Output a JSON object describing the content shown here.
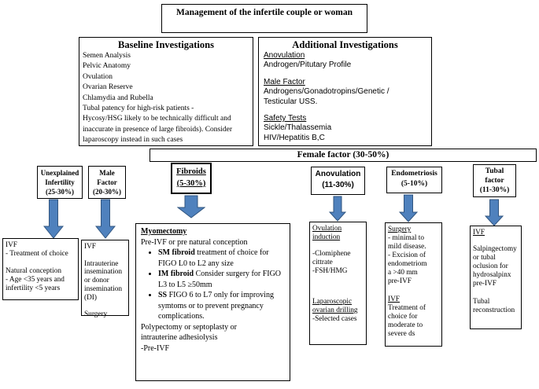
{
  "colors": {
    "arrow_fill": "#4f81bd",
    "arrow_edge": "#31557f",
    "box_border": "#000000",
    "background": "#ffffff"
  },
  "title": "Management of the infertile couple or woman",
  "baseline": {
    "title": "Baseline Investigations",
    "body": "Semen Analysis\nPelvic Anatomy\nOvulation\nOvarian Reserve\nChlamydia and Rubella\nTubal patency for high-risk patients -\nHycosy/HSG likely to be technically difficult and\ninaccurate in presence of large fibroids). Consider\nlaparoscopy instead in such cases"
  },
  "additional": {
    "title": "Additional Investigations",
    "sections": [
      {
        "heading": "Anovulation",
        "body": "Androgen/Pitutary Profile"
      },
      {
        "heading": "Male Factor",
        "body": "Androgens/Gonadotropins/Genetic /\nTesticular USS."
      },
      {
        "heading": "Safety Tests",
        "body": "Sickle/Thalassemia\nHIV/Hepatitis B,C"
      }
    ]
  },
  "female_factor": "Female factor (30-50%)",
  "categories": {
    "unexplained": "Unexplained\nInfertility\n(25-30%)",
    "male": "Male\nFactor\n(20-30%)",
    "fibroids": "Fibroids\n(5-30%)",
    "anovulation": "Anovulation\n(11-30%)",
    "endometriosis": "Endometriosis\n(5-10%)",
    "tubal": "Tubal\nfactor\n(11-30%)"
  },
  "details": {
    "unexplained": "IVF\n- Treatment of choice\n\nNatural conception\n- Age <35 years and\ninfertility <5 years",
    "male": "IVF\n\nIntrauterine\ninsemination\nor donor\ninsemination\n(DI)\n\nSurgery",
    "myomectomy": {
      "heading": "Myomectomy",
      "intro": "Pre-IVF or pre natural conception",
      "bullets": [
        {
          "bold": "SM fibroid",
          "rest": " treatment of choice for FIGO L0 to L2 any size"
        },
        {
          "bold": "IM fibroid",
          "rest": " Consider surgery for FIGO L3 to L5 ≥50mm"
        },
        {
          "bold": "SS",
          "rest": " FIGO 6 to L7 only for improving symtoms or to prevent pregnancy complications."
        }
      ],
      "footer": "Polypectomy or septoplasty or\nintrauterine adhesiolysis\n-Pre-IVF"
    },
    "ovulation": {
      "heading1": "Ovulation induction",
      "body1": "-Clomiphene\ncittrate\n-FSH/HMG",
      "heading2": "Laparoscopic ovarian drilling",
      "body2": "-Selected cases"
    },
    "endometriosis": {
      "heading1": "Surgery",
      "body1": "- minimal to\nmild disease.\n- Excision of\nendometriom\na >40 mm\npre-IVF",
      "heading2": "IVF",
      "body2": "Treatment of\nchoice for\nmoderate to\nsevere ds"
    },
    "tubal": {
      "heading1": "IVF",
      "body1": "Salpingectomy\nor tubal\noclusion for\nhydrosalpinx\npre-IVF",
      "body2": "Tubal\nreconstruction"
    }
  }
}
